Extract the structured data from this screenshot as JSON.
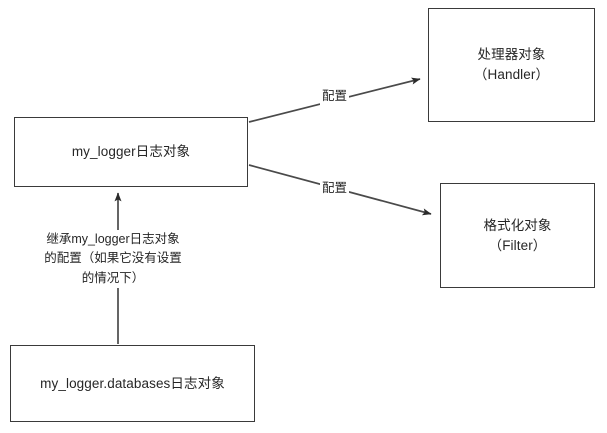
{
  "diagram": {
    "title": "Python logging logger inheritance diagram",
    "background_color": "#ffffff",
    "stroke_color": "#3a3a3a",
    "text_color": "#262626",
    "nodes": [
      {
        "id": "my-logger",
        "label": "my_logger日志对象"
      },
      {
        "id": "handler",
        "label": "处理器对象\n（Handler）"
      },
      {
        "id": "filter",
        "label": "格式化对象\n（Filter）"
      },
      {
        "id": "child-logger",
        "label": "my_logger.databases日志对象"
      }
    ],
    "edges": [
      {
        "id": "my-logger-to-handler",
        "from": "my-logger",
        "to": "handler",
        "label": "配置",
        "arrow": "end"
      },
      {
        "id": "my-logger-to-filter",
        "from": "my-logger",
        "to": "filter",
        "label": "配置",
        "arrow": "end"
      },
      {
        "id": "child-logger-to-my-logger",
        "from": "child-logger",
        "to": "my-logger",
        "label": "继承my_logger日志对象\n的配置（如果它没有设置\n的情况下）",
        "arrow": "end"
      }
    ]
  }
}
